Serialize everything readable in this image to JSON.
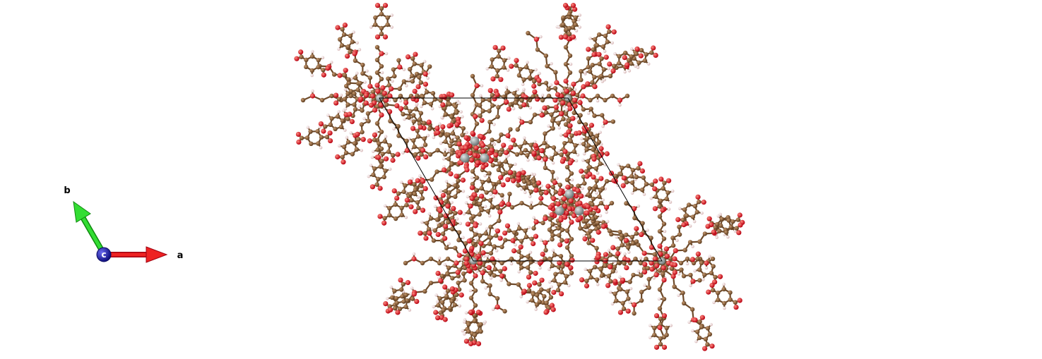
{
  "viewer": {
    "background_color": "#ffffff"
  },
  "axes": {
    "a": {
      "label": "a",
      "color": "#e31a1c"
    },
    "b": {
      "label": "b",
      "color": "#22cc22"
    },
    "c": {
      "label": "c",
      "color": "#1a1aa0"
    }
  },
  "colors": {
    "carbon": "#7a5432",
    "oxygen": "#e8141e",
    "hydrogen": "#f2d8d8",
    "metal": "#8c9696",
    "cell_edge": "#000000"
  }
}
